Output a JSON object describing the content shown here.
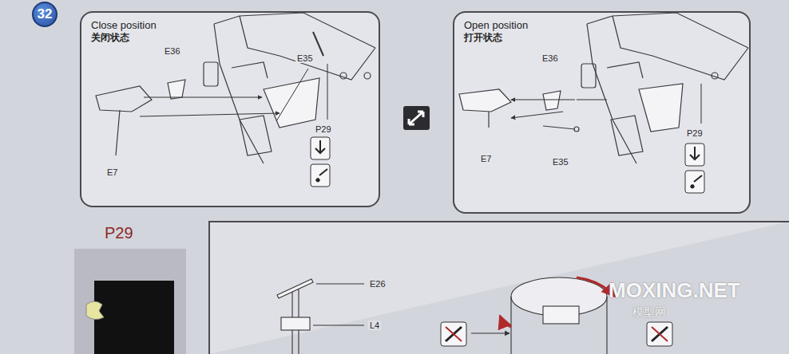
{
  "diagram": {
    "nodes": [
      {
        "text": [
          "32"
        ]
      },
      {
        "text": [
          "Close position",
          "关闭状态"
        ]
      },
      {
        "text": [
          "Open position",
          "打开状态"
        ]
      },
      {
        "text": [
          "P29"
        ]
      }
    ],
    "labels": [
      "E36",
      "E35",
      "P29",
      "E7",
      "E36",
      "E7",
      "E35",
      "P29",
      "E26",
      "L4",
      "MOXING.NET",
      "模型网"
    ]
  }
}
